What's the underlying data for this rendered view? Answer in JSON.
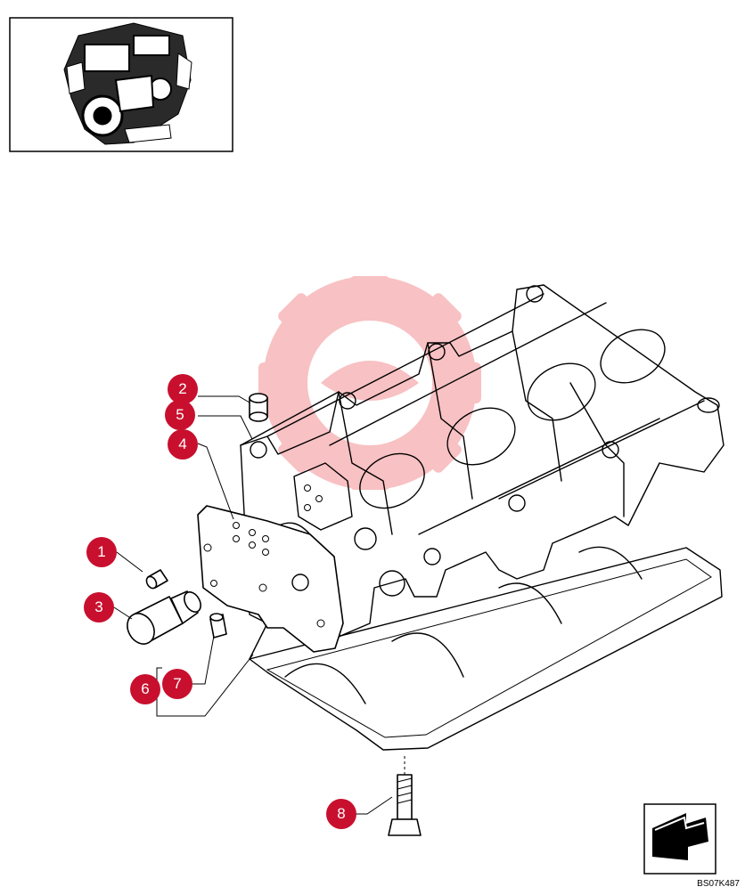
{
  "callouts": [
    {
      "number": "1"
    },
    {
      "number": "2"
    },
    {
      "number": "3"
    },
    {
      "number": "4"
    },
    {
      "number": "5"
    },
    {
      "number": "6"
    },
    {
      "number": "7"
    },
    {
      "number": "8"
    }
  ],
  "drawing_code": "BS07K487",
  "watermark_color": "#e8262b",
  "callout_color": "#c8102e",
  "icons": {
    "thumbnail": "engine-thumbnail-icon",
    "orientation": "direction-arrow-icon",
    "watermark": "gear-watermark-icon"
  }
}
